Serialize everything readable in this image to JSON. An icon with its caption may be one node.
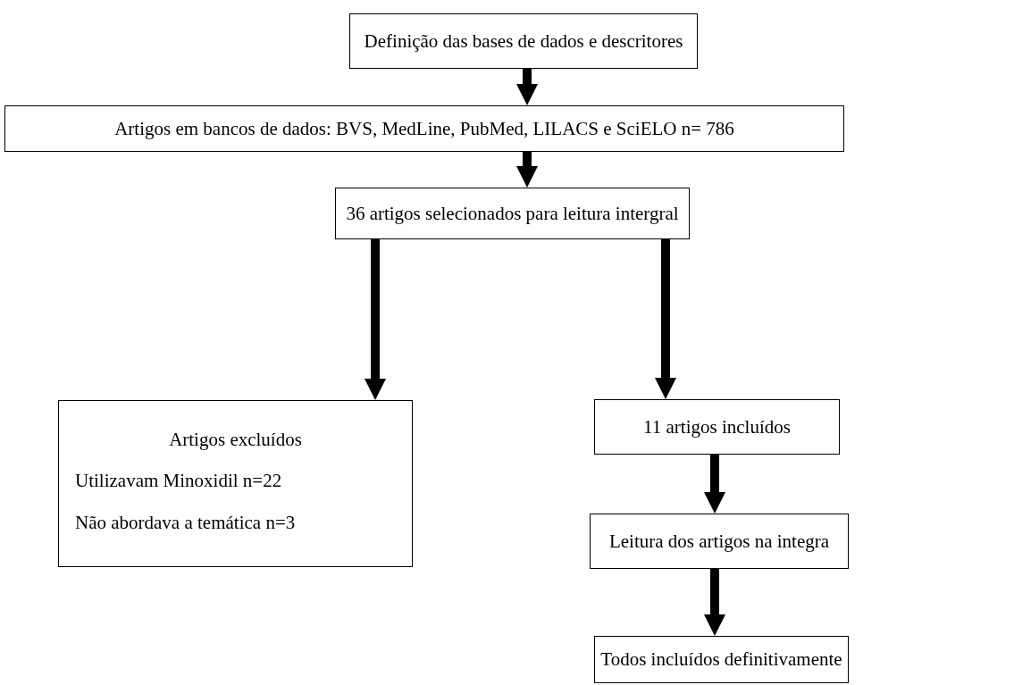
{
  "diagram": {
    "nodes": [
      {
        "text": [
          "Definição das bases de dados e descritores"
        ]
      },
      {
        "text": [
          "Artigos em bancos de dados: BVS, MedLine, PubMed, LILACS e SciELO n= 786"
        ]
      },
      {
        "text": [
          "36 artigos selecionados para leitura intergral"
        ]
      },
      {
        "text": [
          "Artigos excluídos",
          "Utilizavam Minoxidil n=22",
          "Não abordava a temática n=3"
        ]
      },
      {
        "text": [
          "11 artigos incluídos"
        ]
      },
      {
        "text": [
          "Leitura dos artigos na integra"
        ]
      },
      {
        "text": [
          "Todos incluídos definitivamente"
        ]
      }
    ],
    "edges": [
      {
        "from": 0,
        "to": 1,
        "arrow": "to"
      },
      {
        "from": 1,
        "to": 2,
        "arrow": "to"
      },
      {
        "from": 2,
        "to": 3,
        "arrow": "to"
      },
      {
        "from": 2,
        "to": 4,
        "arrow": "to"
      },
      {
        "from": 4,
        "to": 5,
        "arrow": "to"
      },
      {
        "from": 5,
        "to": 6,
        "arrow": "to"
      }
    ]
  }
}
